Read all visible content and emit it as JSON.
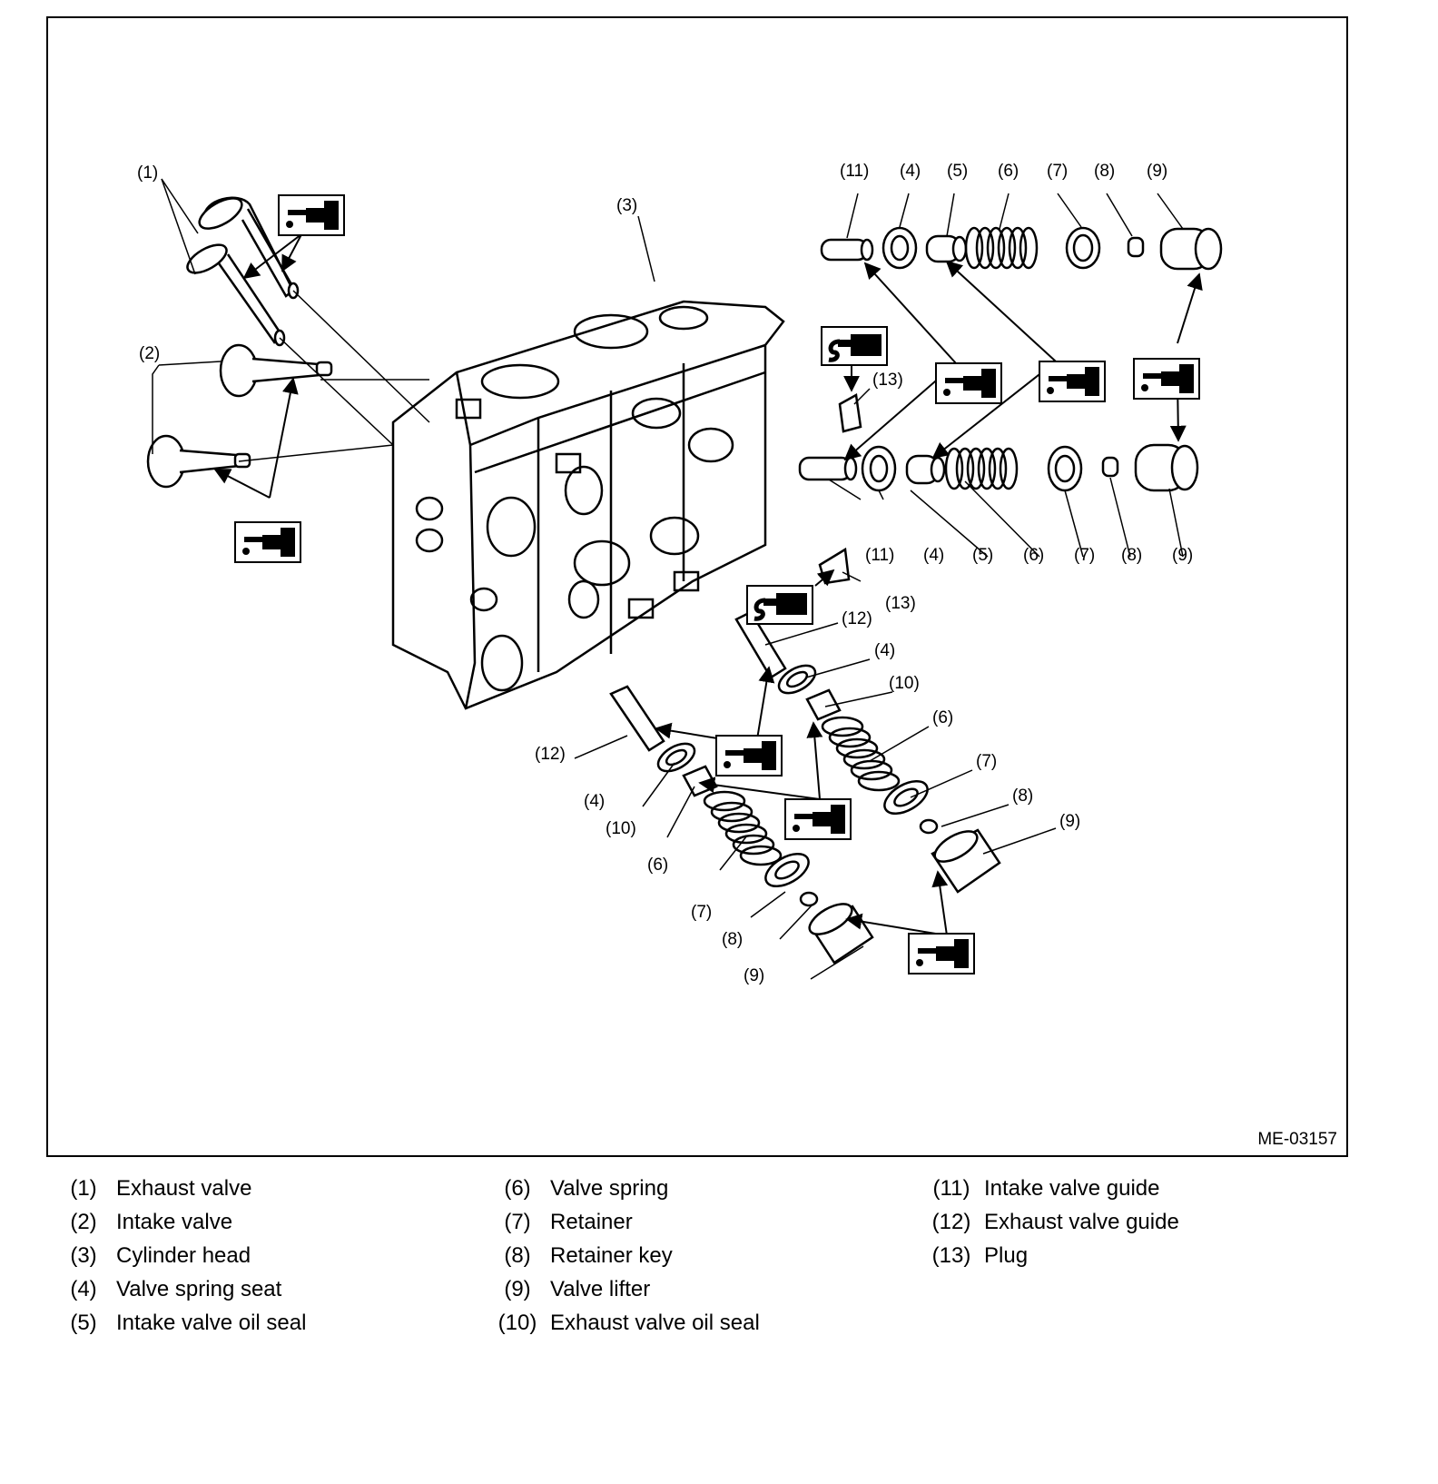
{
  "figure": {
    "figure_id": "ME-03157",
    "callouts": {
      "c1": "(1)",
      "c2": "(2)",
      "c3": "(3)",
      "c4": "(4)",
      "c5": "(5)",
      "c6": "(6)",
      "c7": "(7)",
      "c8": "(8)",
      "c9": "(9)",
      "c10": "(10)",
      "c11": "(11)",
      "c12": "(12)",
      "c13": "(13)"
    },
    "icons": [
      "oil-can-icon",
      "sealant-icon"
    ]
  },
  "legend": [
    {
      "num": "(1)",
      "label": "Exhaust valve"
    },
    {
      "num": "(2)",
      "label": "Intake valve"
    },
    {
      "num": "(3)",
      "label": "Cylinder head"
    },
    {
      "num": "(4)",
      "label": "Valve spring seat"
    },
    {
      "num": "(5)",
      "label": "Intake valve oil seal"
    },
    {
      "num": "(6)",
      "label": "Valve spring"
    },
    {
      "num": "(7)",
      "label": "Retainer"
    },
    {
      "num": "(8)",
      "label": "Retainer key"
    },
    {
      "num": "(9)",
      "label": "Valve lifter"
    },
    {
      "num": "(10)",
      "label": "Exhaust valve oil seal"
    },
    {
      "num": "(11)",
      "label": "Intake valve guide"
    },
    {
      "num": "(12)",
      "label": "Exhaust valve guide"
    },
    {
      "num": "(13)",
      "label": "Plug"
    }
  ]
}
